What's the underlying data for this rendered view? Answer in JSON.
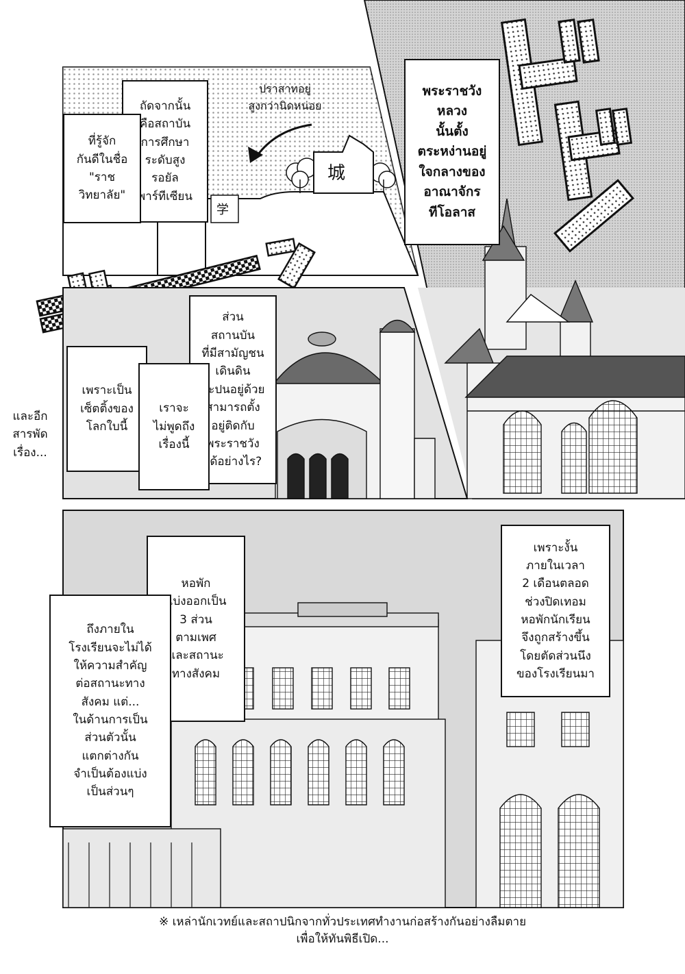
{
  "panel1": {
    "note_castle": "ปราสาทอยู่\nสูงกว่านิดหน่อย",
    "caption_next": "ถัดจากนั้น\nคือสถาบัน\nการศึกษา\nระดับสูง\nรอยัล\nพาร์ทีเซียน",
    "caption_known": "ที่รู้จัก\nกันดีในชื่อ\n\"ราช\nวิทยาลัย\"",
    "castle_glyph": "城",
    "school_glyph": "学"
  },
  "top_right": {
    "caption_palace": "พระราชวัง\nหลวง\nนั้นตั้ง\nตระหง่านอยู่\nใจกลางของ\nอาณาจักร\nทีโอลาส",
    "sfx": "ドドン"
  },
  "panel2": {
    "caption_question": "ส่วน\nสถานบัน\nที่มีสามัญชน\nเดินดิน\nปะปนอยู่ด้วย\nสามารถตั้ง\nอยู่ติดกับ\nพระราชวัง\nได้อย่างไร?",
    "caption_setting": "เพราะเป็น\nเซ็ตติ้งของ\nโลกใบนี้",
    "caption_skip": "เราจะ\nไม่พูดถึง\nเรื่องนี้",
    "side_text": "และอีก\nสารพัด\nเรื่อง..."
  },
  "panel3": {
    "caption_dorm": "หอพัก\nแบ่งออกเป็น\n3 ส่วน\nตามเพศ\nและสถานะ\nทางสังคม",
    "caption_status": "ถึงภายใน\nโรงเรียนจะไม่ได้\nให้ความสำคัญ\nต่อสถานะทาง\nสังคม แต่...\nในด้านการเป็น\nส่วนตัวนั้น\nแตกต่างกัน\nจำเป็นต้องแบ่ง\nเป็นส่วนๆ",
    "caption_built": "เพราะงั้น\nภายในเวลา\n2 เดือนตลอด\nช่วงปิดเทอม\nหอพักนักเรียน\nจึงถูกสร้างขึ้น\nโดยตัดส่วนนึง\nของโรงเรียนมา"
  },
  "footnote": "※ เหล่านักเวทย์และสถาปนิกจากทั่วประเทศทำงานก่อสร้างกันอย่างลืมตาย\nเพื่อให้ทันพิธีเปิด...",
  "colors": {
    "ink": "#111111",
    "sky": "#d9d9d9",
    "screentone": "#bdbdbd",
    "paper": "#ffffff"
  }
}
